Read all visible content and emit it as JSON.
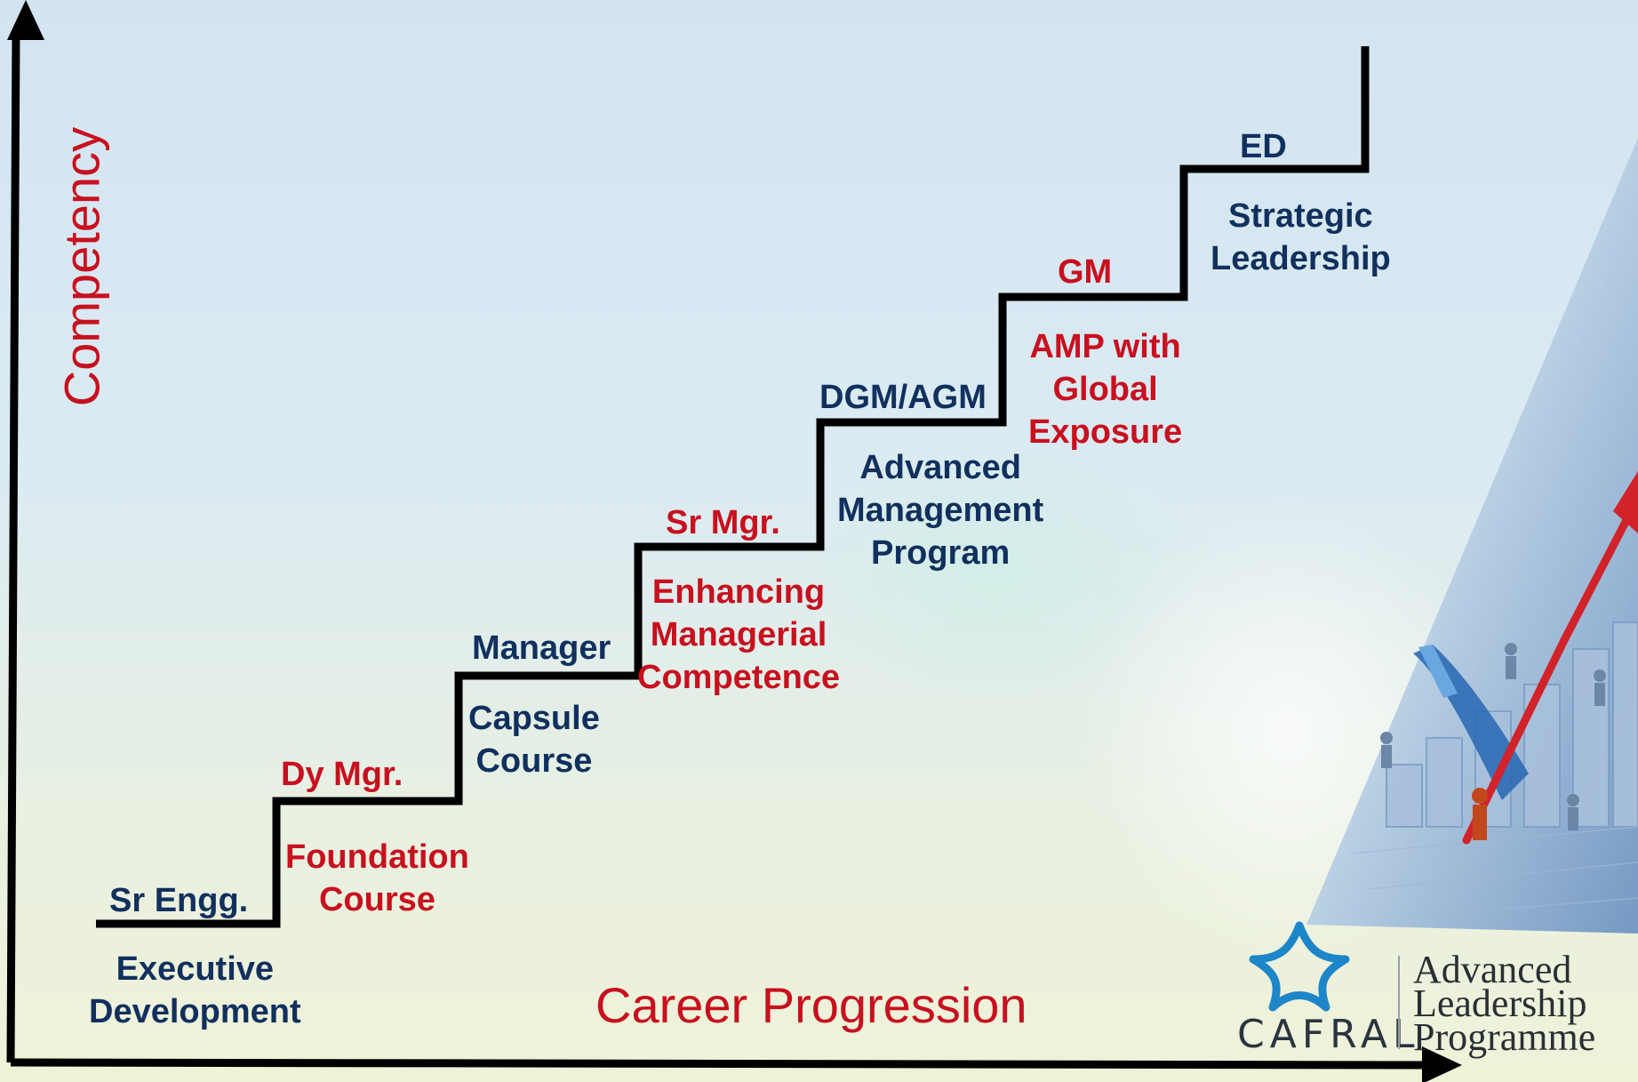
{
  "axes": {
    "y_title": "Competency",
    "x_title": "Career Progression"
  },
  "steps": [
    {
      "role": "Sr Engg.",
      "program": [
        "Executive",
        "Development"
      ],
      "role_color": "navy",
      "program_color": "navy"
    },
    {
      "role": "Dy Mgr.",
      "program": [
        "Foundation",
        "Course"
      ],
      "role_color": "red",
      "program_color": "red"
    },
    {
      "role": "Manager",
      "program": [
        "Capsule",
        "Course"
      ],
      "role_color": "navy",
      "program_color": "navy"
    },
    {
      "role": "Sr Mgr.",
      "program": [
        "Enhancing",
        "Managerial",
        "Competence"
      ],
      "role_color": "red",
      "program_color": "red"
    },
    {
      "role": "DGM/AGM",
      "program": [
        "Advanced",
        "Management",
        "Program"
      ],
      "role_color": "navy",
      "program_color": "navy"
    },
    {
      "role": "GM",
      "program": [
        "AMP with",
        "Global",
        "Exposure"
      ],
      "role_color": "red",
      "program_color": "red"
    },
    {
      "role": "ED",
      "program": [
        "Strategic",
        "Leadership"
      ],
      "role_color": "navy",
      "program_color": "navy"
    }
  ],
  "logo": {
    "org": "CAFRAL",
    "programme_lines": [
      "Advanced",
      "Leadership",
      "Programme"
    ]
  },
  "colors": {
    "navy": "#10305e",
    "red": "#c8101e",
    "staircase": "#000000"
  }
}
